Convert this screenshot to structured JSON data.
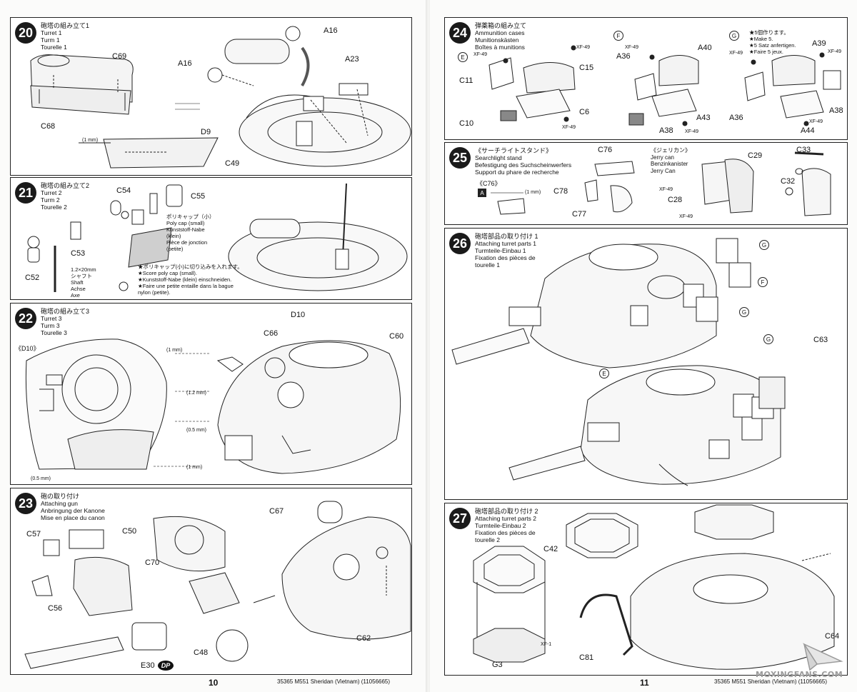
{
  "footer": {
    "left_page_number": "10",
    "right_page_number": "11",
    "code_left": "35365  M551 Sheridan (Vietnam) (11056665)",
    "code_right": "35365  M551 Sheridan (Vietnam) (11056665)"
  },
  "watermark": {
    "text": "MOXINGFANS.COM"
  },
  "steps": {
    "s20": {
      "number": "20",
      "jp": "砲塔の組み立て1",
      "en": "Turret 1",
      "de": "Turm 1",
      "fr": "Tourelle 1",
      "parts": {
        "c69": "C69",
        "c68": "C68",
        "a16a": "A16",
        "a16b": "A16",
        "a23": "A23",
        "d9": "D9",
        "c49": "C49"
      },
      "drill": "(1 mm)"
    },
    "s21": {
      "number": "21",
      "jp": "砲塔の組み立て2",
      "en": "Turret 2",
      "de": "Turm 2",
      "fr": "Tourelle 2",
      "parts": {
        "c54": "C54",
        "c55": "C55",
        "c53": "C53",
        "c52": "C52"
      },
      "polycap": [
        "ポリキャップ（小）",
        "Poly cap (small)",
        "Kunststoff-Nabe",
        "(klein)",
        "Pièce de jonction",
        "(petite)"
      ],
      "shaft": [
        "1.2×20mm",
        "シャフト",
        "Shaft",
        "Achse",
        "Axe"
      ],
      "score_note": [
        "★ポリキャップ(小)に切り込みを入れます。",
        "★Score poly cap (small).",
        "★Kunststoff-Nabe (klein) einschneiden.",
        "★Faire une petite entaille dans la bague",
        "nylon (petite)."
      ]
    },
    "s22": {
      "number": "22",
      "jp": "砲塔の組み立て3",
      "en": "Turret 3",
      "de": "Turm 3",
      "fr": "Tourelle 3",
      "inset": "《D10》",
      "parts": {
        "d10": "D10",
        "c66": "C66",
        "c60": "C60"
      },
      "drills": {
        "d1": "(1 mm)",
        "d2": "(1.2 mm)",
        "d3": "(0.5 mm)",
        "d4": "(1 mm)",
        "d5": "(0.5 mm)"
      }
    },
    "s23": {
      "number": "23",
      "jp": "砲の取り付け",
      "en": "Attaching gun",
      "de": "Anbringung der Kanone",
      "fr": "Mise en place du canon",
      "parts": {
        "c57": "C57",
        "c50": "C50",
        "c70": "C70",
        "c56": "C56",
        "c67": "C67",
        "c48": "C48",
        "c62": "C62",
        "e30": "E30"
      },
      "dp": "DP"
    },
    "s24": {
      "number": "24",
      "jp": "弾薬箱の組み立て",
      "en": "Ammunition cases",
      "de": "Munitionskästen",
      "fr": "Boîtes à munitions",
      "variants": {
        "e": "E",
        "f": "F",
        "g": "G"
      },
      "make5": [
        "★5個作ります。",
        "★Make 5.",
        "★5 Satz anfertigen.",
        "★Faire 5 jeux."
      ],
      "paint": "XF-49",
      "parts": {
        "c11": "C11",
        "c15": "C15",
        "c6": "C6",
        "c10": "C10",
        "a36a": "A36",
        "a40": "A40",
        "a43": "A43",
        "a38a": "A38",
        "a39": "A39",
        "a36b": "A36",
        "a38b": "A38",
        "a44": "A44"
      }
    },
    "s25": {
      "number": "25",
      "jp": "《サーチライトスタンド》",
      "en": "Searchlight stand",
      "de": "Befestigung des Suchscheinwerfers",
      "fr": "Support du phare de recherche",
      "inset": "《C76》",
      "inset_tag": "A",
      "drill": "(1 mm)",
      "parts": {
        "c76": "C76",
        "c78": "C78",
        "c77": "C77"
      },
      "jerry": {
        "jp": "《ジェリカン》",
        "en": "Jerry can",
        "de": "Benzinkanister",
        "fr": "Jerry Can"
      },
      "jerry_parts": {
        "c29": "C29",
        "c28": "C28",
        "c33": "C33",
        "c32": "C32"
      },
      "paint": "XF-49"
    },
    "s26": {
      "number": "26",
      "jp": "砲塔部品の取り付け 1",
      "en": "Attaching turret parts 1",
      "de": "Turmteile-Einbau 1",
      "fr": "Fixation des pièces de",
      "fr2": "tourelle 1",
      "tags": {
        "g1": "G",
        "f": "F",
        "g2": "G",
        "e": "E",
        "g3": "G"
      },
      "parts": {
        "c63": "C63"
      }
    },
    "s27": {
      "number": "27",
      "jp": "砲塔部品の取り付け 2",
      "en": "Attaching turret parts 2",
      "de": "Turmteile-Einbau 2",
      "fr": "Fixation des pièces de",
      "fr2": "tourelle 2",
      "parts": {
        "c42": "C42",
        "g3": "G3",
        "c81": "C81",
        "c64": "C64"
      },
      "paint": "XF-1"
    }
  }
}
